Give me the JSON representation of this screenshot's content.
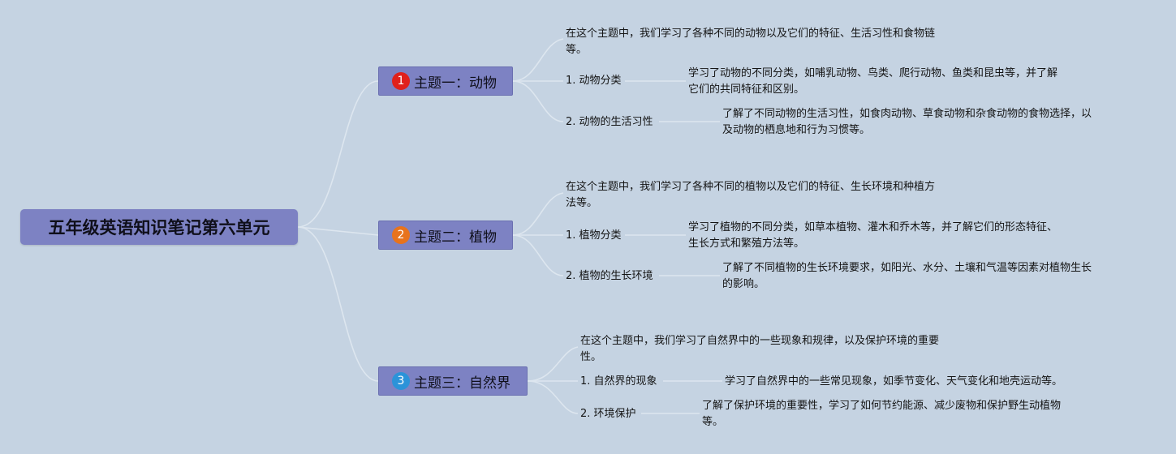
{
  "root": {
    "title": "五年级英语知识笔记第六单元"
  },
  "topics": [
    {
      "number": "1",
      "badge_color": "#e0201c",
      "label": "主题一：动物",
      "summary": [
        "在这个主题中，我们学习了各种不同的动物以及它们的特征、生活习性和食物链",
        "等。"
      ],
      "items": [
        {
          "label": "1. 动物分类",
          "detail": [
            "学习了动物的不同分类，如哺乳动物、鸟类、爬行动物、鱼类和昆虫等，并了解",
            "它们的共同特征和区别。"
          ]
        },
        {
          "label": "2. 动物的生活习性",
          "detail": [
            "了解了不同动物的生活习性，如食肉动物、草食动物和杂食动物的食物选择，以",
            "及动物的栖息地和行为习惯等。"
          ]
        }
      ]
    },
    {
      "number": "2",
      "badge_color": "#e8731d",
      "label": "主题二：植物",
      "summary": [
        "在这个主题中，我们学习了各种不同的植物以及它们的特征、生长环境和种植方",
        "法等。"
      ],
      "items": [
        {
          "label": "1. 植物分类",
          "detail": [
            "学习了植物的不同分类，如草本植物、灌木和乔木等，并了解它们的形态特征、",
            "生长方式和繁殖方法等。"
          ]
        },
        {
          "label": "2. 植物的生长环境",
          "detail": [
            "了解了不同植物的生长环境要求，如阳光、水分、土壤和气温等因素对植物生长",
            "的影响。"
          ]
        }
      ]
    },
    {
      "number": "3",
      "badge_color": "#2b93d9",
      "label": "主题三：自然界",
      "summary": [
        "在这个主题中，我们学习了自然界中的一些现象和规律，以及保护环境的重要",
        "性。"
      ],
      "items": [
        {
          "label": "1. 自然界的现象",
          "detail": [
            "学习了自然界中的一些常见现象，如季节变化、天气变化和地壳运动等。"
          ]
        },
        {
          "label": "2. 环境保护",
          "detail": [
            "了解了保护环境的重要性，学习了如何节约能源、减少废物和保护野生动植物",
            "等。"
          ]
        }
      ]
    }
  ],
  "colors": {
    "background": "#c5d3e2",
    "node_fill": "#7d82c3",
    "connector": "#dde6ef"
  }
}
